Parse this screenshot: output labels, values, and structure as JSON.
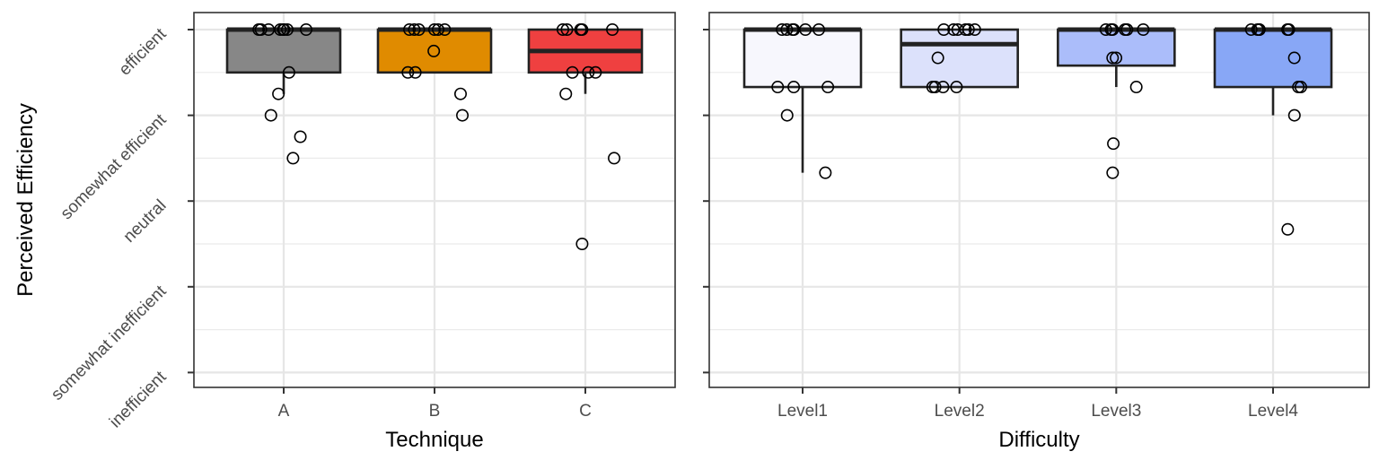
{
  "chart_data": [
    {
      "type": "box",
      "xlabel": "Technique",
      "ylabel": "Perceived Efficiency",
      "y_levels": [
        "inefficient",
        "somewhat inefficient",
        "neutral",
        "somewhat efficient",
        "efficient"
      ],
      "ylim": [
        0.8,
        5.2
      ],
      "grid": true,
      "categories": [
        "A",
        "B",
        "C"
      ],
      "fills": [
        "#878787",
        "#e08b00",
        "#ef4040"
      ],
      "boxes": [
        {
          "category": "A",
          "whisker_low": 4.25,
          "q1": 4.5,
          "median": 5.0,
          "q3": 5.0,
          "whisker_high": 5.0
        },
        {
          "category": "B",
          "whisker_low": 4.5,
          "q1": 4.5,
          "median": 5.0,
          "q3": 5.0,
          "whisker_high": 5.0
        },
        {
          "category": "C",
          "whisker_low": 4.25,
          "q1": 4.5,
          "median": 4.75,
          "q3": 5.0,
          "whisker_high": 5.0
        }
      ],
      "points": [
        {
          "category": "A",
          "y": [
            5,
            5,
            5,
            5,
            5,
            5,
            5,
            5,
            4.5,
            4.25,
            4.0,
            3.75,
            3.5
          ]
        },
        {
          "category": "B",
          "y": [
            5,
            5,
            5,
            5,
            5,
            5,
            4.75,
            4.5,
            4.5,
            4.25,
            4.0
          ]
        },
        {
          "category": "C",
          "y": [
            5,
            5,
            5,
            5,
            5,
            4.5,
            4.5,
            4.5,
            4.25,
            3.5,
            2.5
          ]
        }
      ]
    },
    {
      "type": "box",
      "xlabel": "Difficulty",
      "ylabel": "",
      "y_levels": [
        "inefficient",
        "somewhat inefficient",
        "neutral",
        "somewhat efficient",
        "efficient"
      ],
      "ylim": [
        0.8,
        5.2
      ],
      "grid": true,
      "categories": [
        "Level1",
        "Level2",
        "Level3",
        "Level4"
      ],
      "fills": [
        "#f7f7fd",
        "#dce1fb",
        "#abbdfa",
        "#88a7f6"
      ],
      "boxes": [
        {
          "category": "Level1",
          "whisker_low": 3.33,
          "q1": 4.33,
          "median": 5.0,
          "q3": 5.0,
          "whisker_high": 5.0
        },
        {
          "category": "Level2",
          "whisker_low": 4.33,
          "q1": 4.33,
          "median": 4.83,
          "q3": 5.0,
          "whisker_high": 5.0
        },
        {
          "category": "Level3",
          "whisker_low": 4.33,
          "q1": 4.58,
          "median": 5.0,
          "q3": 5.0,
          "whisker_high": 5.0
        },
        {
          "category": "Level4",
          "whisker_low": 4.0,
          "q1": 4.33,
          "median": 5.0,
          "q3": 5.0,
          "whisker_high": 5.0
        }
      ],
      "points": [
        {
          "category": "Level1",
          "y": [
            5,
            5,
            5,
            5,
            5,
            5,
            4.33,
            4.33,
            4.33,
            4.0,
            3.33
          ]
        },
        {
          "category": "Level2",
          "y": [
            5,
            5,
            5,
            5,
            5,
            5,
            4.67,
            4.33,
            4.33,
            4.33,
            4.33
          ]
        },
        {
          "category": "Level3",
          "y": [
            5,
            5,
            5,
            5,
            5,
            5,
            4.67,
            4.67,
            4.33,
            3.67,
            3.33
          ]
        },
        {
          "category": "Level4",
          "y": [
            5,
            5,
            5,
            5,
            5,
            5,
            4.67,
            4.33,
            4.33,
            4.0,
            2.67
          ]
        }
      ]
    }
  ]
}
